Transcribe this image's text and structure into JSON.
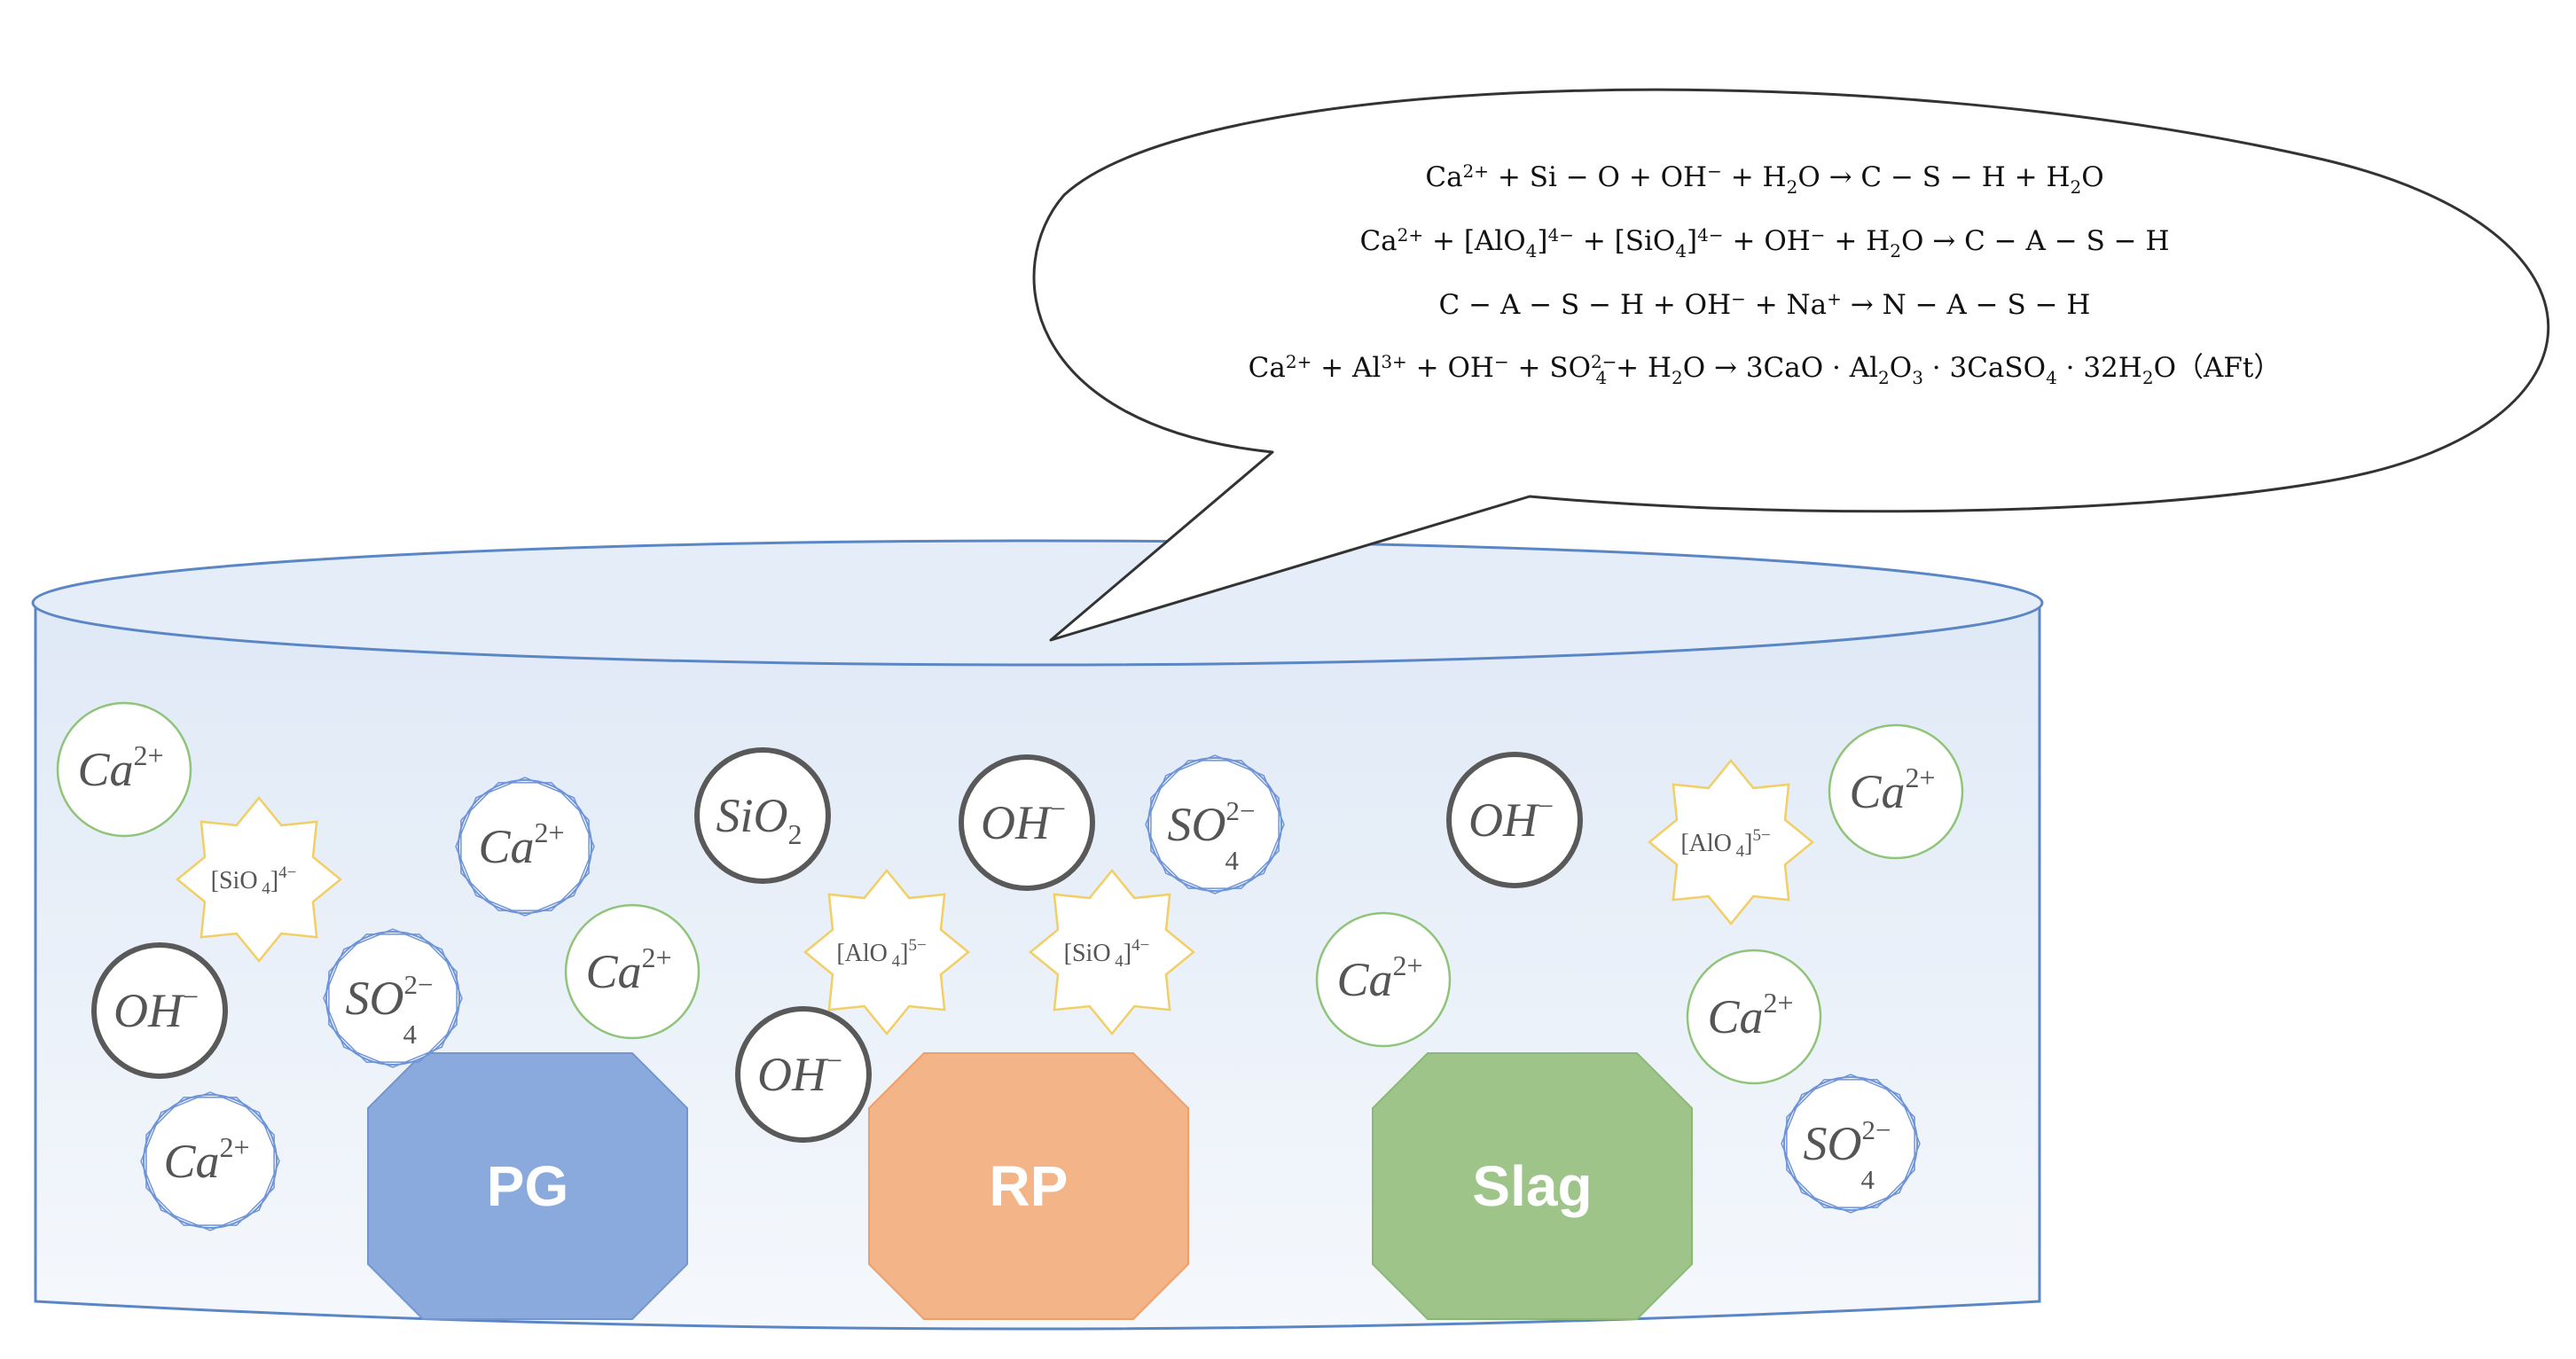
{
  "equations": [
    {
      "parts": [
        [
          "Ca",
          ""
        ],
        [
          "2+",
          "sup"
        ],
        [
          " + Si − O + OH",
          ""
        ],
        [
          "−",
          "sup"
        ],
        [
          " + H",
          ""
        ],
        [
          "2",
          "sub"
        ],
        [
          "O → C − S − H + H",
          ""
        ],
        [
          "2",
          "sub"
        ],
        [
          "O",
          ""
        ]
      ]
    },
    {
      "parts": [
        [
          "Ca",
          ""
        ],
        [
          "2+",
          "sup"
        ],
        [
          " + [AlO",
          ""
        ],
        [
          "4",
          "sub"
        ],
        [
          "]",
          ""
        ],
        [
          "4−",
          "sup"
        ],
        [
          " + [SiO",
          ""
        ],
        [
          "4",
          "sub"
        ],
        [
          "]",
          ""
        ],
        [
          "4−",
          "sup"
        ],
        [
          " + OH",
          ""
        ],
        [
          "−",
          "sup"
        ],
        [
          " + H",
          ""
        ],
        [
          "2",
          "sub"
        ],
        [
          "O → C − A − S − H",
          ""
        ]
      ]
    },
    {
      "parts": [
        [
          "C − A − S − H + OH",
          ""
        ],
        [
          "−",
          "sup"
        ],
        [
          " + Na",
          ""
        ],
        [
          "+",
          "sup"
        ],
        [
          " → N − A − S − H",
          ""
        ]
      ]
    },
    {
      "parts": [
        [
          "Ca",
          ""
        ],
        [
          "2+",
          "sup"
        ],
        [
          " + Al",
          ""
        ],
        [
          "3+",
          "sup"
        ],
        [
          " + OH",
          ""
        ],
        [
          "−",
          "sup"
        ],
        [
          " + SO",
          ""
        ],
        [
          "2−",
          "supsub"
        ],
        [
          "4",
          "subafter"
        ],
        [
          " + H",
          ""
        ],
        [
          "2",
          "sub"
        ],
        [
          "O →  3CaO · Al",
          ""
        ],
        [
          "2",
          "sub"
        ],
        [
          "O",
          ""
        ],
        [
          "3",
          "sub"
        ],
        [
          " · 3CaSO",
          ""
        ],
        [
          "4",
          "sub"
        ],
        [
          " · 32H",
          ""
        ],
        [
          "2",
          "sub"
        ],
        [
          "O（AFt）",
          ""
        ]
      ]
    }
  ],
  "blocks": [
    {
      "label": "PG",
      "color": "#8aa9dc",
      "edge": "#7595cf"
    },
    {
      "label": "RP",
      "color": "#f3b487",
      "edge": "#eea06a"
    },
    {
      "label": "Slag",
      "color": "#9ec48a",
      "edge": "#8bb876"
    }
  ],
  "ions": {
    "ca": {
      "main": "Ca",
      "sup": "2+"
    },
    "so4": {
      "main": "SO",
      "sub": "4",
      "sup": "2−"
    },
    "oh": {
      "main": "OH",
      "sup": "−"
    },
    "sio2": {
      "main": "SiO",
      "sub": "2"
    },
    "sio4": {
      "main": "[SiO",
      "sub": "4",
      "close": "]",
      "sup": "4−"
    },
    "alo4": {
      "main": "[AlO",
      "sub": "4",
      "close": "]",
      "sup": "5−"
    }
  },
  "colors": {
    "ca_green": "#8fc47a",
    "ca_blue": "#6f94d8",
    "oh_gray": "#595959",
    "star_yellow": "#f1cf64",
    "container_fill": "#e6eef8",
    "container_edge": "#5b86c6"
  }
}
